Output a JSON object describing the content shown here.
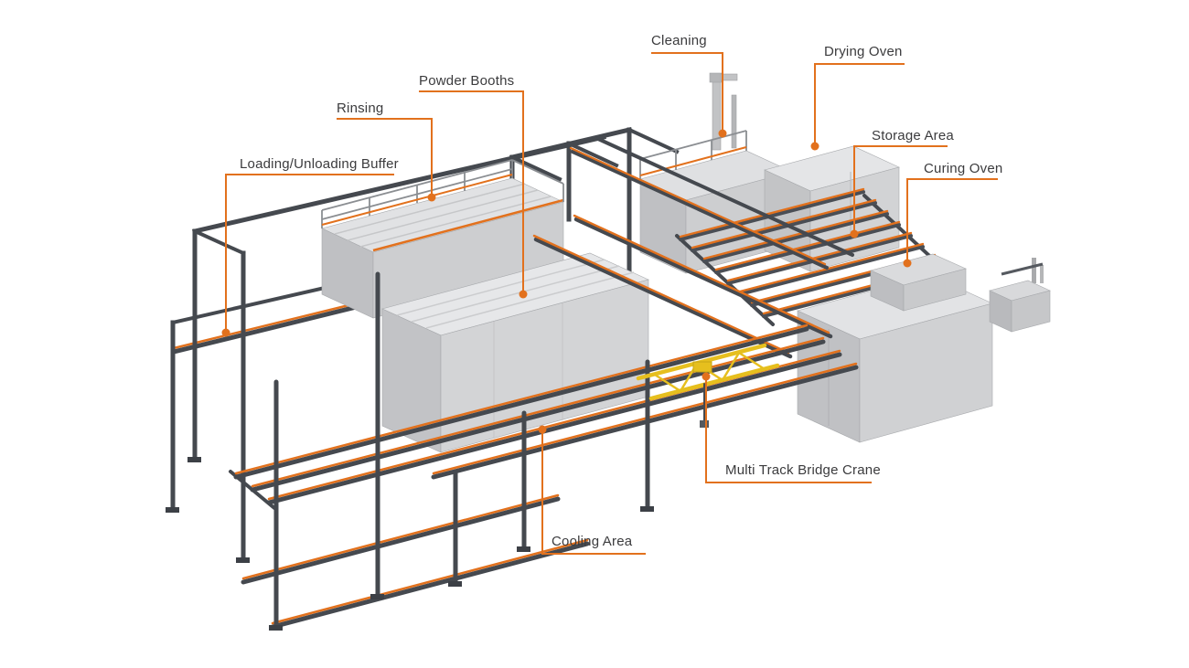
{
  "page": {
    "background": "#ffffff"
  },
  "colors": {
    "accent_orange": "#e2711d",
    "steel_dark": "#45494f",
    "panel_light": "#e4e5e7",
    "panel_mid": "#d2d3d5",
    "panel_dark": "#c0c1c4",
    "crane_yellow": "#e6bf1e",
    "label_text": "#3b3b3d"
  },
  "annotations": [
    {
      "id": "cleaning",
      "label": "Cleaning"
    },
    {
      "id": "drying-oven",
      "label": "Drying Oven"
    },
    {
      "id": "powder-booths",
      "label": "Powder Booths"
    },
    {
      "id": "rinsing",
      "label": "Rinsing"
    },
    {
      "id": "storage-area",
      "label": "Storage Area"
    },
    {
      "id": "curing-oven",
      "label": "Curing Oven"
    },
    {
      "id": "loading-buffer",
      "label": "Loading/Unloading Buffer"
    },
    {
      "id": "bridge-crane",
      "label": "Multi Track Bridge Crane"
    },
    {
      "id": "cooling-area",
      "label": "Cooling Area"
    }
  ]
}
